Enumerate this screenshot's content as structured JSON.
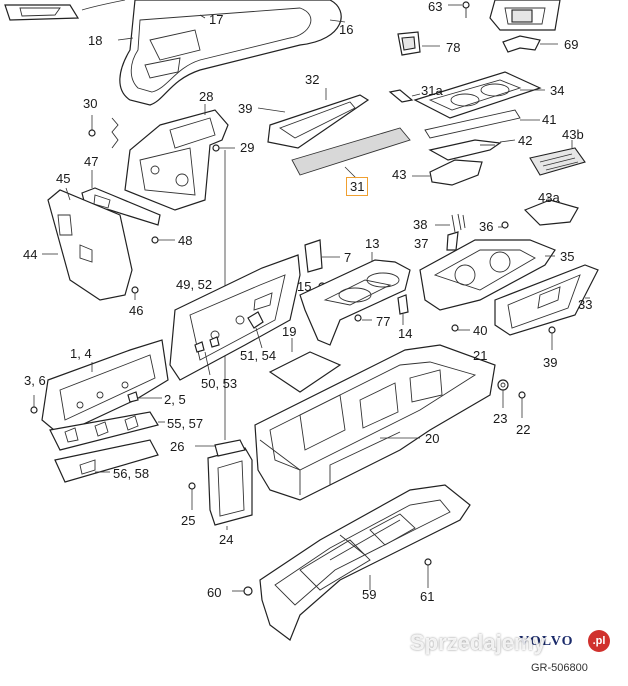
{
  "labels": {
    "p63": "63",
    "p17": "17",
    "p16": "16",
    "p18": "18",
    "p78": "78",
    "p69": "69",
    "p32": "32",
    "p31a": "31a",
    "p34": "34",
    "p30": "30",
    "p28": "28",
    "p39a": "39",
    "p41": "41",
    "p43b": "43b",
    "p42": "42",
    "p29": "29",
    "p47": "47",
    "p43": "43",
    "p31": "31",
    "p45": "45",
    "p43a": "43a",
    "p38": "38",
    "p36": "36",
    "p37": "37",
    "p48": "48",
    "p44": "44",
    "p13": "13",
    "p35": "35",
    "p7": "7",
    "p15": "15",
    "p4952": "49, 52",
    "p33": "33",
    "p46": "46",
    "p77": "77",
    "p14": "14",
    "p40": "40",
    "p19": "19",
    "p5154": "51, 54",
    "p14b": "1, 4",
    "p21": "21",
    "p39b": "39",
    "p36b": "3, 6",
    "p5053": "50, 53",
    "p25b": "2, 5",
    "p23": "23",
    "p22": "22",
    "p5557": "55, 57",
    "p20": "20",
    "p26": "26",
    "p5658": "56, 58",
    "p25": "25",
    "p24": "24",
    "p60": "60",
    "p59": "59",
    "p61": "61"
  },
  "brand": {
    "logo": "VOLVO",
    "ref": "GR-506800"
  },
  "watermark": {
    "text": "Sprzedajemy",
    "dot": ".pl"
  },
  "colors": {
    "highlight": "#f0a030",
    "watermark_dot": "#d0312d"
  }
}
